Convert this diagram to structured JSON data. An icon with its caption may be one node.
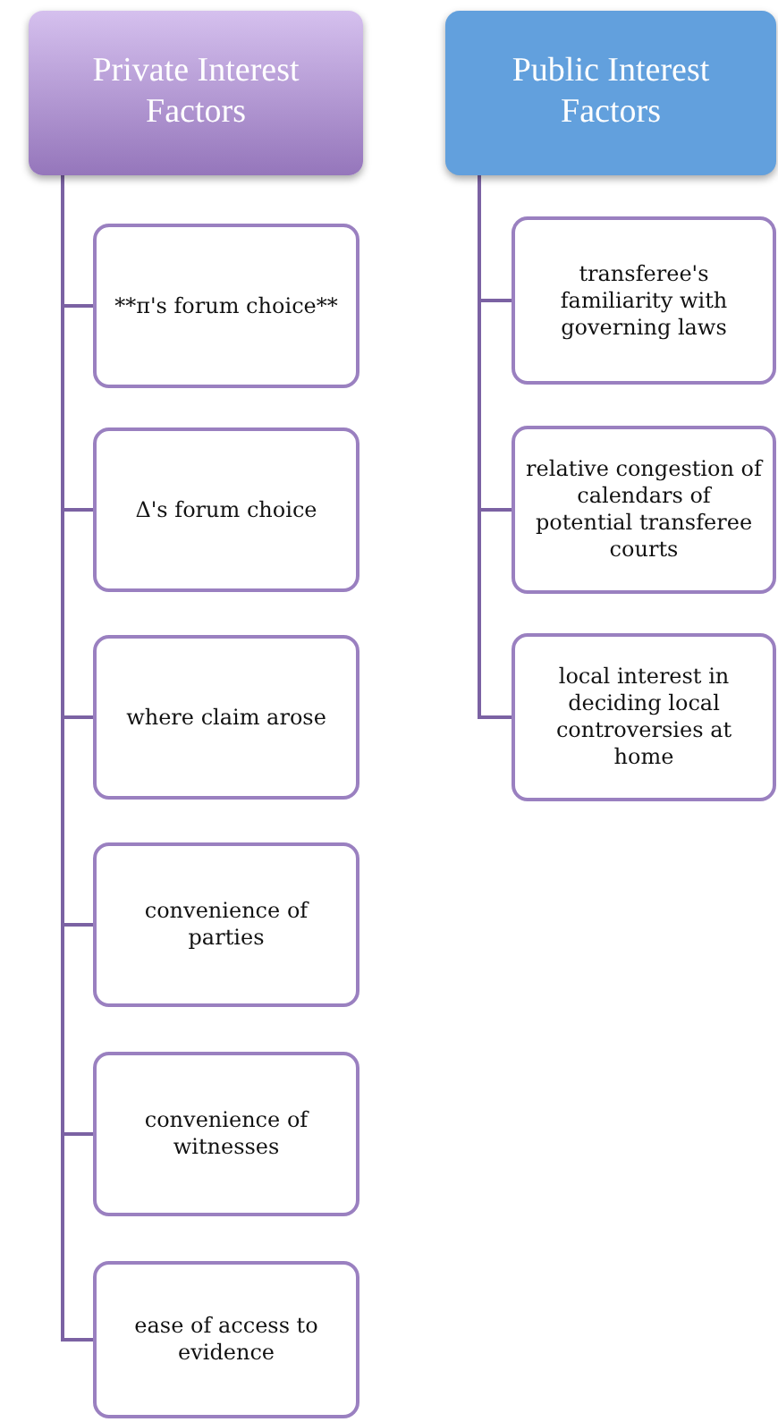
{
  "diagram": {
    "nodes": [
      {
        "text": [
          "Private Interest Factors"
        ]
      },
      {
        "text": [
          "**π's forum choice**"
        ]
      },
      {
        "text": [
          "Δ's forum choice"
        ]
      },
      {
        "text": [
          "where claim arose"
        ]
      },
      {
        "text": [
          "convenience of parties"
        ]
      },
      {
        "text": [
          "convenience of witnesses"
        ]
      },
      {
        "text": [
          "ease of access to evidence"
        ]
      },
      {
        "text": [
          "Public Interest Factors"
        ]
      },
      {
        "text": [
          "transferee's familiarity with governing laws"
        ]
      },
      {
        "text": [
          "relative congestion of calendars of potential transferee courts"
        ]
      },
      {
        "text": [
          "local interest in deciding local controversies at home"
        ]
      }
    ],
    "edges": [
      {
        "from": 0,
        "to": 1,
        "arrow": "none"
      },
      {
        "from": 0,
        "to": 2,
        "arrow": "none"
      },
      {
        "from": 0,
        "to": 3,
        "arrow": "none"
      },
      {
        "from": 0,
        "to": 4,
        "arrow": "none"
      },
      {
        "from": 0,
        "to": 5,
        "arrow": "none"
      },
      {
        "from": 0,
        "to": 6,
        "arrow": "none"
      },
      {
        "from": 7,
        "to": 8,
        "arrow": "none"
      },
      {
        "from": 7,
        "to": 9,
        "arrow": "none"
      },
      {
        "from": 7,
        "to": 10,
        "arrow": "none"
      }
    ]
  }
}
